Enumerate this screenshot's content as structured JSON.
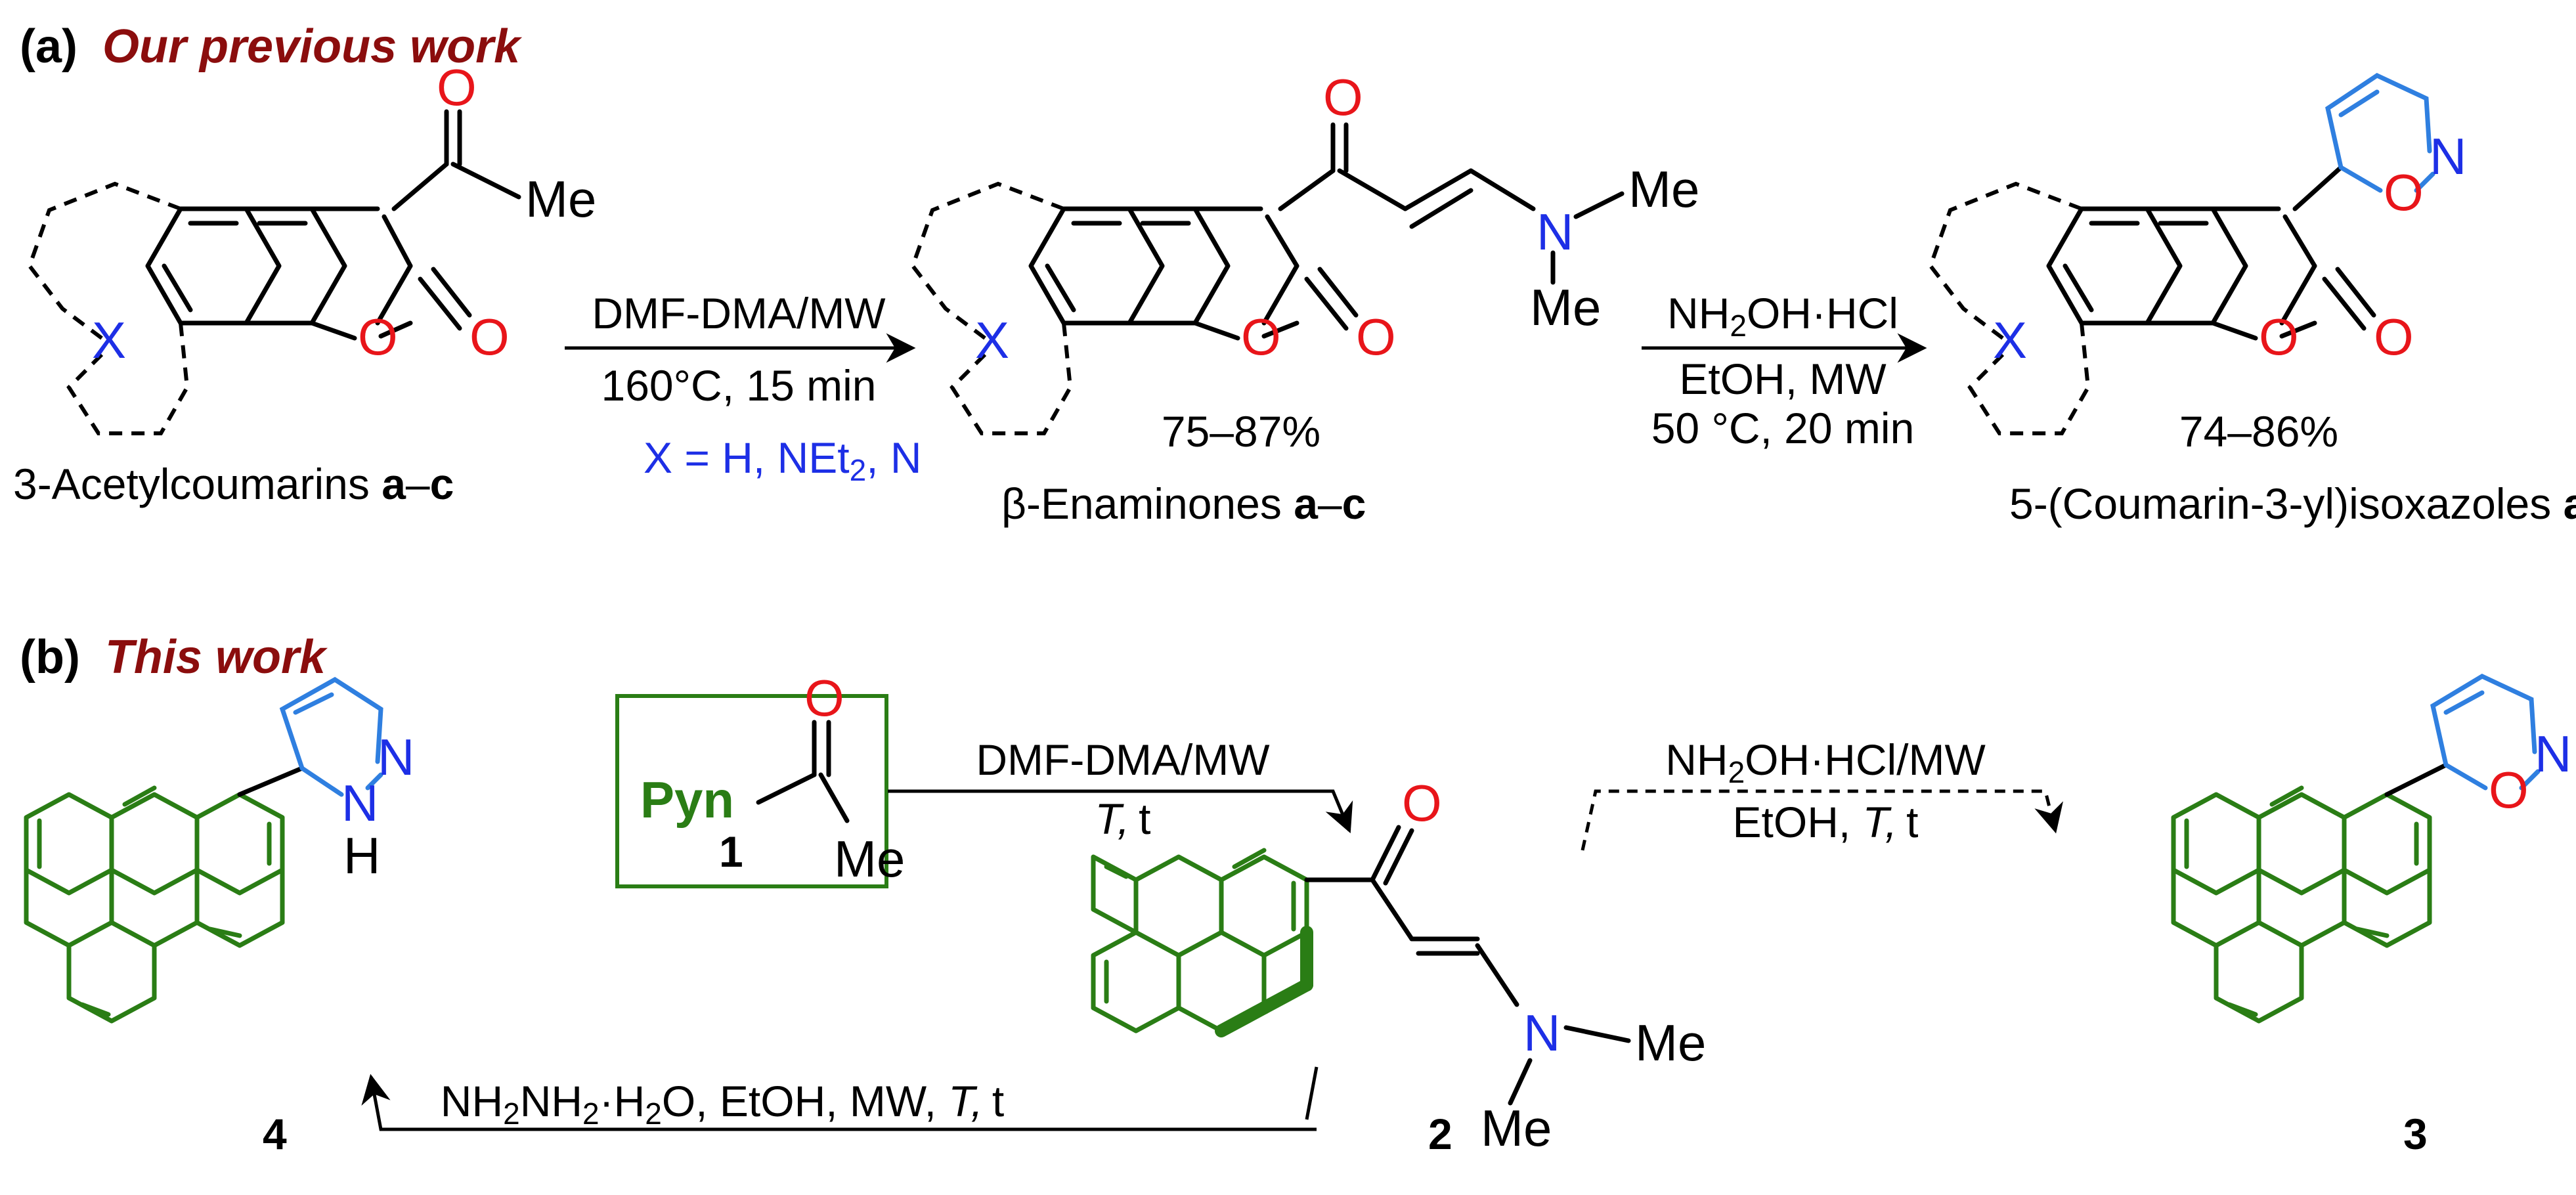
{
  "section_a": {
    "tag": "(a)",
    "title": "Our previous work"
  },
  "section_b": {
    "tag": "(b)",
    "title": "This work"
  },
  "atoms": {
    "O": "O",
    "N": "N",
    "X": "X",
    "H": "H",
    "Me": "Me"
  },
  "compounds_a": {
    "c1": "3-Acetylcoumarins",
    "c2": "β-Enaminones",
    "c3": "5-(Coumarin-3-yl)isoxazoles",
    "range_bold": "a",
    "range_dash": "–",
    "range_end": "c"
  },
  "arrow_a1": {
    "top": "DMF-DMA/MW",
    "bottom": "160°C, 15 min"
  },
  "x_note": {
    "text1": "X = H, NEt",
    "sub": "2",
    "text2": ", N"
  },
  "yield_1": "75–87%",
  "arrow_a2": {
    "top_1": "NH",
    "top_sub": "2",
    "top_2": "OH·HCl",
    "mid": "EtOH, MW",
    "bottom": "50 °C, 20 min"
  },
  "yield_2": "74–86%",
  "box": {
    "pyn": "Pyn",
    "me": "Me",
    "num": "1"
  },
  "arrow_b1": {
    "top": "DMF-DMA/MW",
    "bottom_T": "T,",
    "bottom_t": "t"
  },
  "arrow_b2": {
    "top_1": "NH",
    "top_sub": "2",
    "top_2": "OH·HCl/MW",
    "bottom_1": "EtOH, ",
    "bottom_T": "T,",
    "bottom_t": "t"
  },
  "arrow_b3": {
    "a": "NH",
    "s1": "2",
    "b": "NH",
    "s2": "2",
    "c": "·H",
    "s3": "2",
    "d": "O, EtOH, MW, ",
    "T": "T,",
    "t": "t"
  },
  "labels_b": {
    "p4": "4",
    "p2": "2",
    "p3": "3"
  }
}
